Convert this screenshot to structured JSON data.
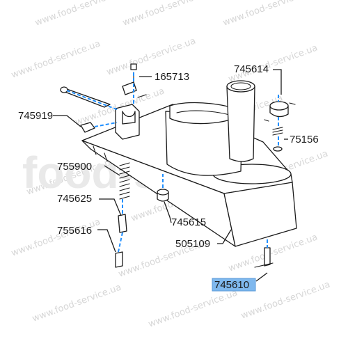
{
  "watermark": {
    "site": "www.food-service.ua",
    "big": "food-service"
  },
  "parts": {
    "p165713": "165713",
    "p745614": "745614",
    "p745919": "745919",
    "p75156": "75156",
    "p755900": "755900",
    "p745625": "745625",
    "p745615": "745615",
    "p755616": "755616",
    "p505109": "505109",
    "p745610": "745610"
  },
  "colors": {
    "axis": "#1f8fff",
    "highlight": "#7fb8ee"
  }
}
